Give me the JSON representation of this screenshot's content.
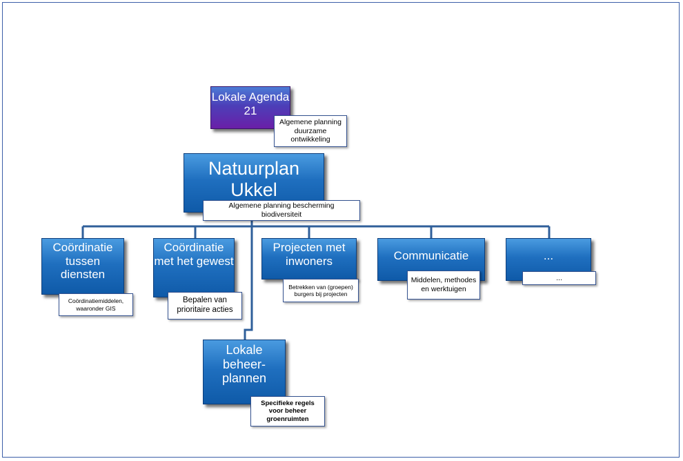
{
  "root": {
    "title": "Natuurplan Ukkel",
    "note": "Algemene planning bescherming biodiversiteit"
  },
  "parent": {
    "title": "Lokale Agenda 21",
    "note": "Algemene planning duurzame ontwikkeling"
  },
  "children": [
    {
      "title": "Coördinatie tussen diensten",
      "note": "Coördinatiemiddelen, waaronder GIS"
    },
    {
      "title": "Coördinatie met het gewest",
      "note": "Bepalen van prioritaire acties"
    },
    {
      "title": "Projecten met inwoners",
      "note": "Betrekken van (groepen) burgers bij projecten"
    },
    {
      "title": "Communicatie",
      "note": "Middelen, methodes en werktuigen"
    },
    {
      "title": "...",
      "note": "..."
    }
  ],
  "sub": {
    "title": "Lokale beheer-plannen",
    "note": "Specifieke regels voor beheer groenruimten"
  },
  "colors": {
    "box": "#1f6fbf",
    "parent_box": "#5a2aa8",
    "connector": "#2f5f9a",
    "frame": "#3b5ea8"
  }
}
